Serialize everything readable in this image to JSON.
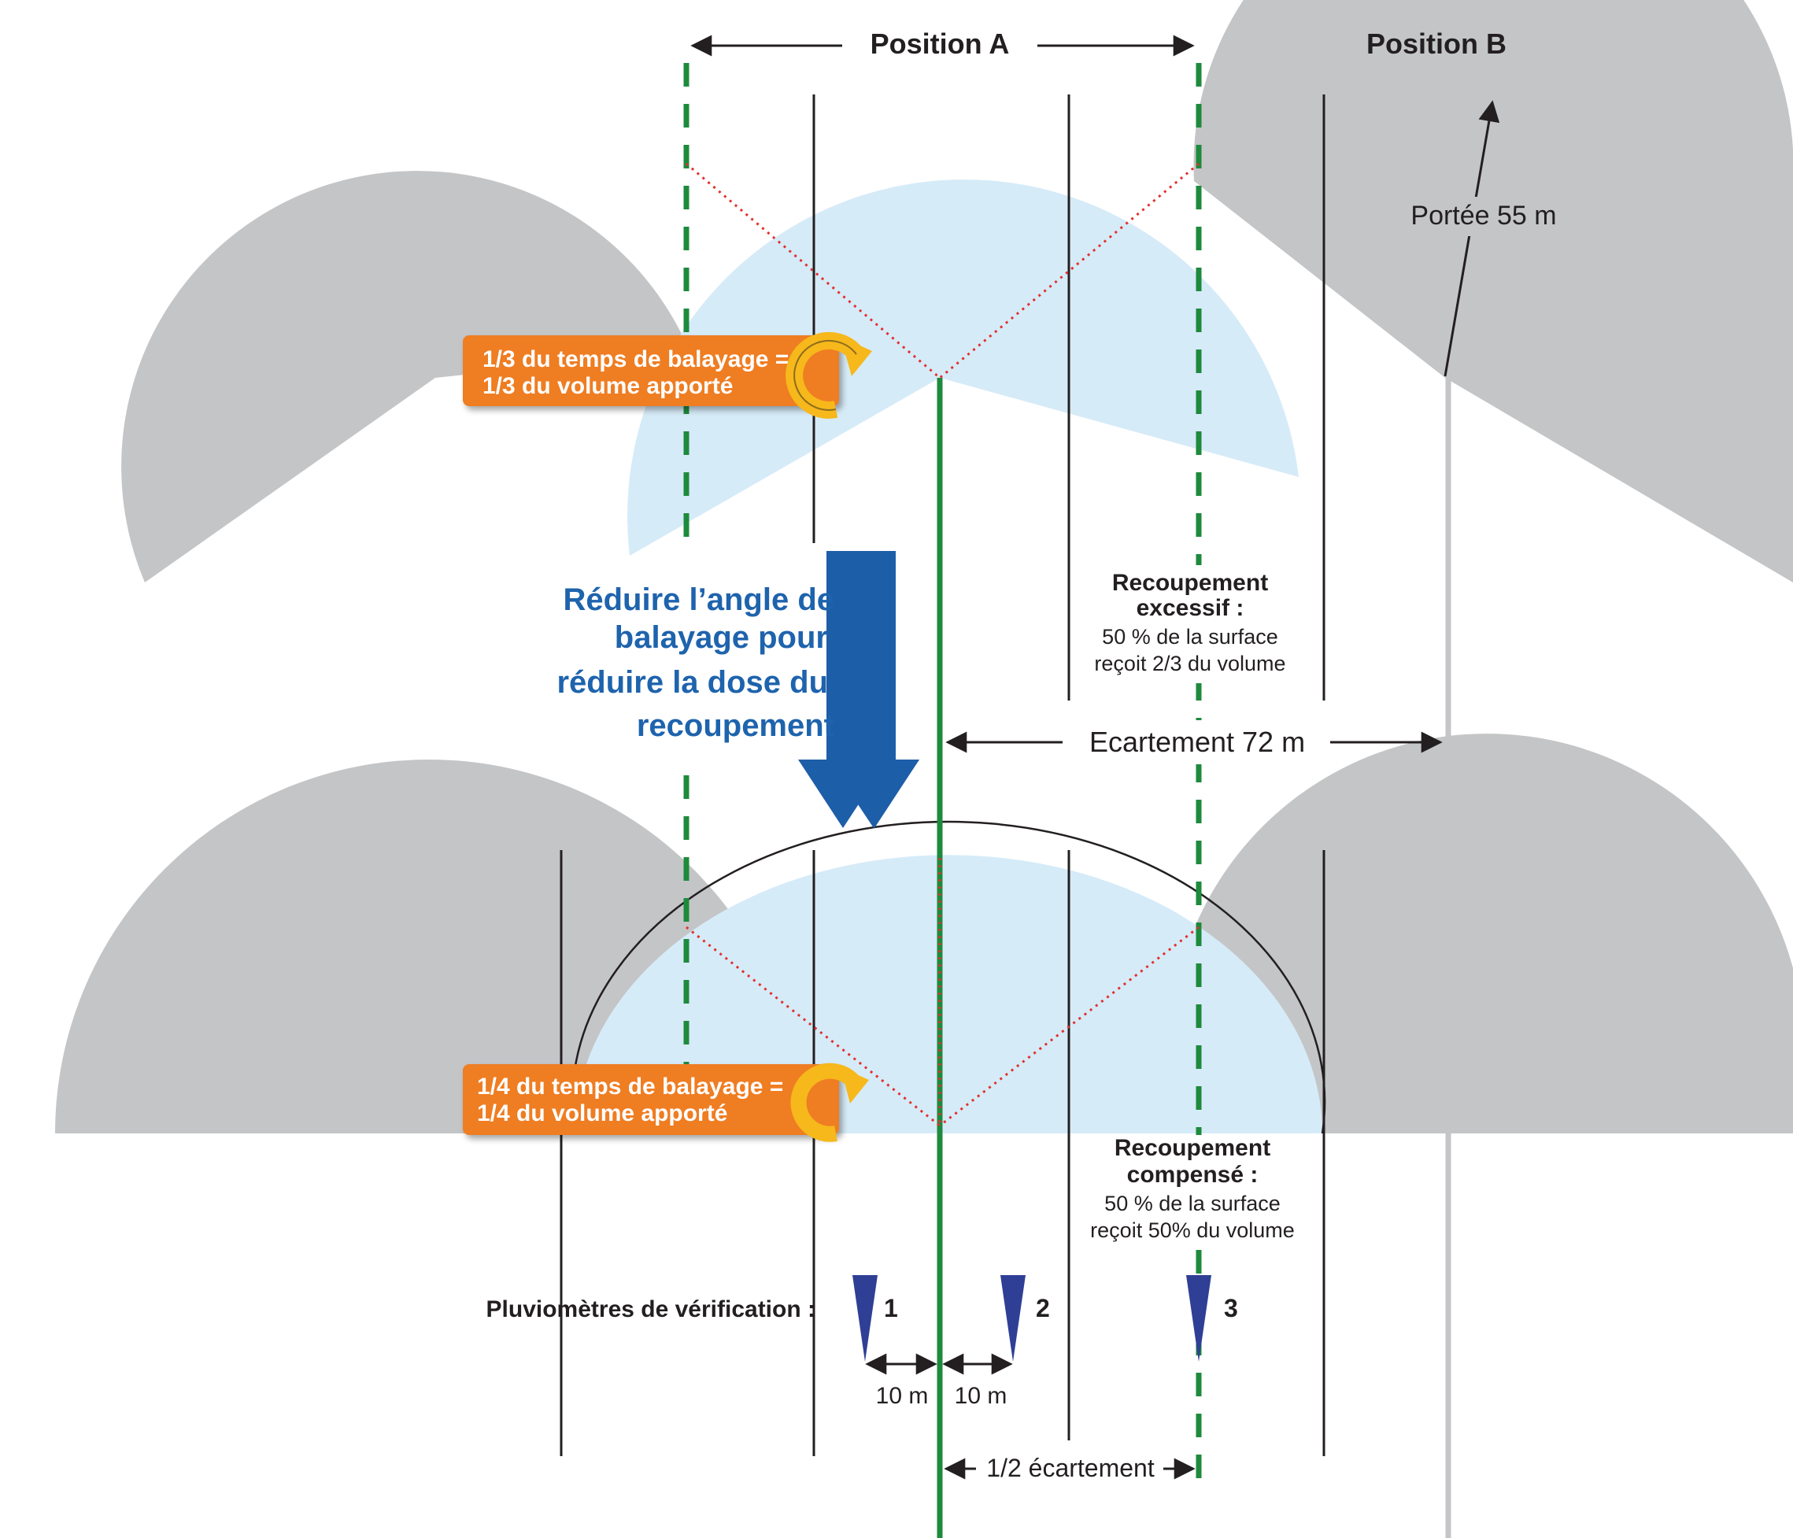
{
  "position_a": "Position A",
  "position_b": "Position B",
  "portee": "Portée 55 m",
  "ecartement": "Ecartement 72 m",
  "half_ecartement": "1/2 écartement",
  "reduce_text": [
    "Réduire l’angle de",
    "balayage pour",
    "réduire la dose du",
    "recoupement"
  ],
  "callout_top": [
    "1/3 du temps de balayage =",
    "1/3 du volume apporté"
  ],
  "callout_bottom": [
    "1/4 du temps de balayage =",
    "1/4 du volume apporté"
  ],
  "overlap_excessive": [
    "Recoupement",
    "excessif :",
    "50 % de la surface",
    "reçoit 2/3 du volume"
  ],
  "overlap_compensated": [
    "Recoupement",
    "compensé :",
    "50 % de la surface",
    "reçoit 50% du volume"
  ],
  "gauges_label": "Pluviomètres de vérification :",
  "gauges": [
    "1",
    "2",
    "3"
  ],
  "distance_1": "10 m",
  "distance_2": "10 m",
  "colors": {
    "grey": "#c4c5c7",
    "light_blue": "#d6ebf8",
    "green": "#1e8a3c",
    "orange": "#ef7d22",
    "arrow_blue": "#1d5ea8",
    "gauge_blue": "#2f3f95",
    "red_dotted": "#e2302c",
    "yellow": "#f6b81b"
  }
}
